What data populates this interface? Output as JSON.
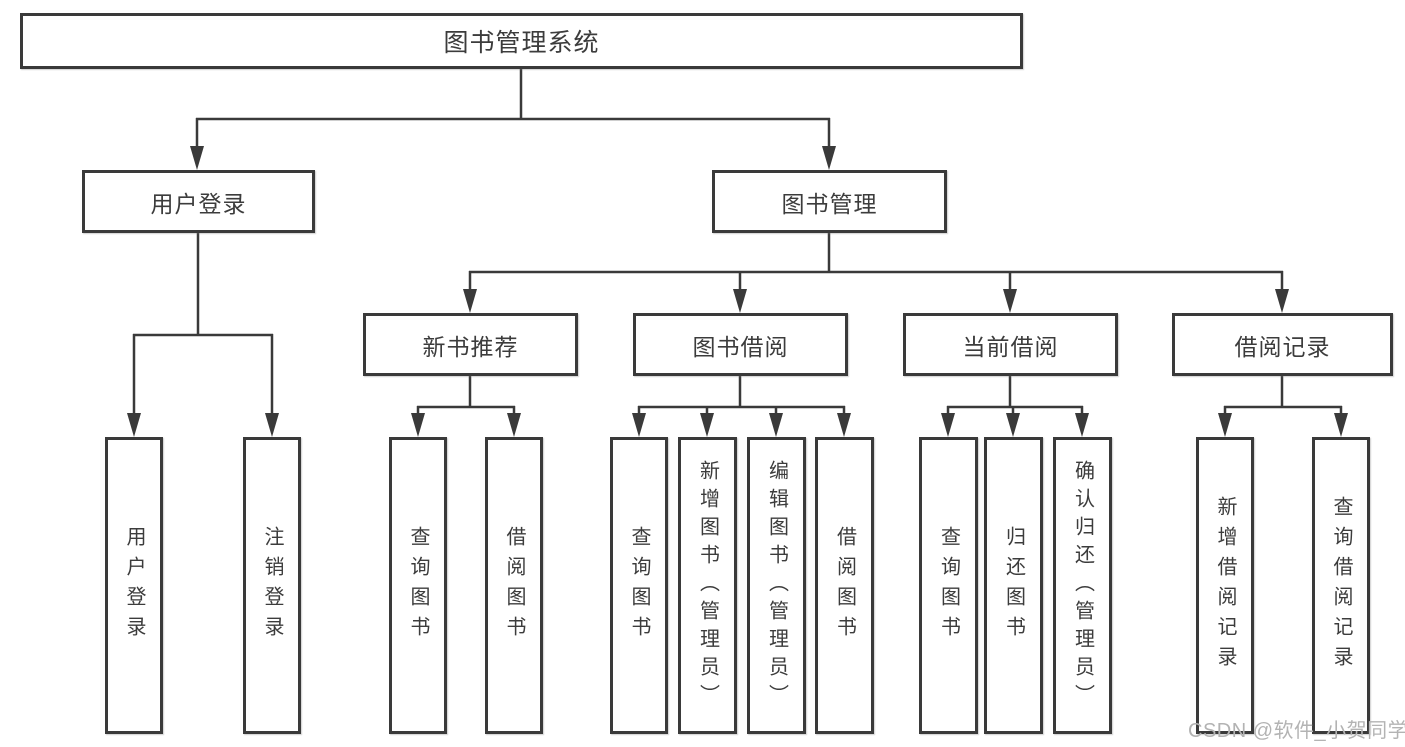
{
  "tree": {
    "root": "图书管理系统",
    "branches": [
      {
        "label": "用户登录",
        "leaves": [
          "用户登录",
          "注销登录"
        ]
      },
      {
        "label": "图书管理",
        "groups": [
          {
            "label": "新书推荐",
            "leaves": [
              "查询图书",
              "借阅图书"
            ]
          },
          {
            "label": "图书借阅",
            "leaves": [
              "查询图书",
              "新增图书（管理员）",
              "编辑图书（管理员）",
              "借阅图书"
            ]
          },
          {
            "label": "当前借阅",
            "leaves": [
              "查询图书",
              "归还图书",
              "确认归还（管理员）"
            ]
          },
          {
            "label": "借阅记录",
            "leaves": [
              "新增借阅记录",
              "查询借阅记录"
            ]
          }
        ]
      }
    ]
  },
  "watermark": "CSDN @软件_小贺同学",
  "colors": {
    "line": "#3a3a3a",
    "text": "#3c3c3c",
    "box_background": "#ffffff",
    "watermark": "#b3b3b3",
    "page_background": "#ffffff"
  }
}
